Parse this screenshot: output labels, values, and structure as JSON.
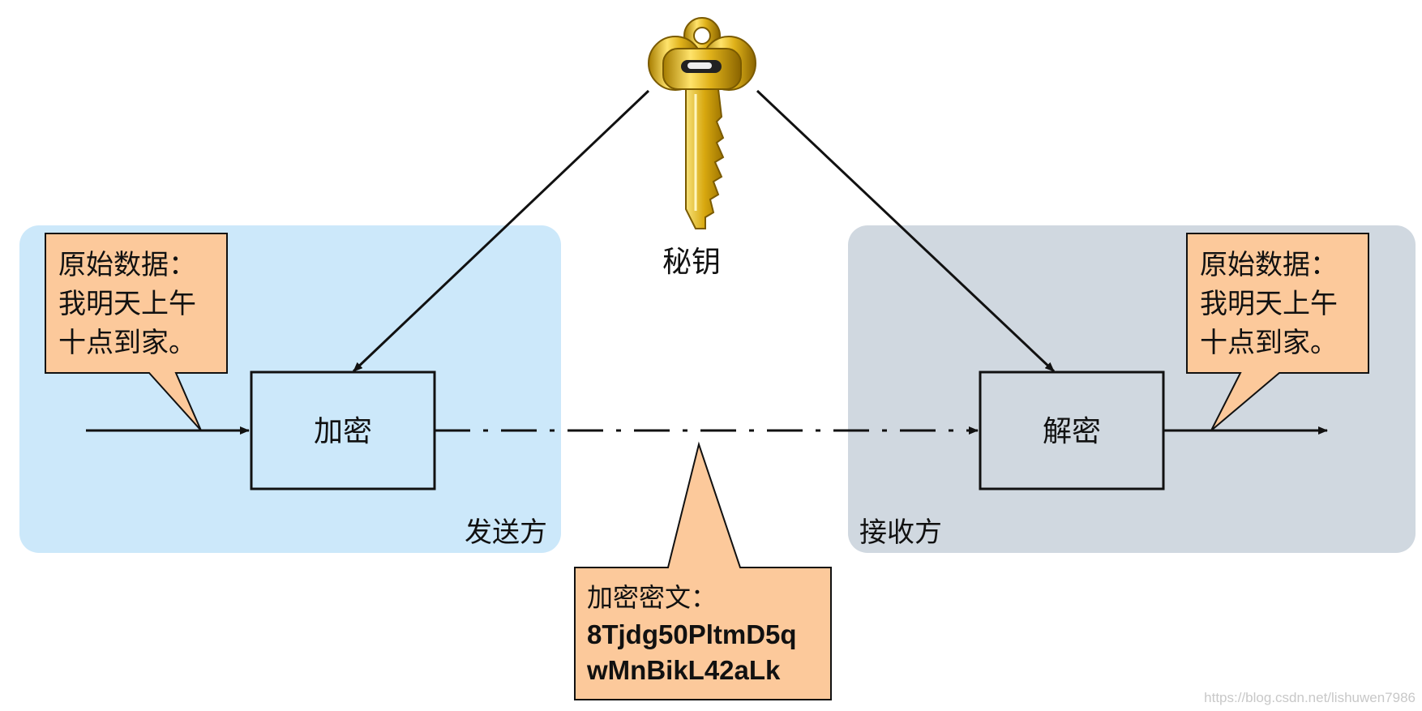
{
  "key_label": "秘钥",
  "sender": {
    "zone_label": "发送方",
    "process_label": "加密"
  },
  "receiver": {
    "zone_label": "接收方",
    "process_label": "解密"
  },
  "plaintext_callout": {
    "lines": [
      "原始数据：",
      "我明天上午",
      "十点到家。"
    ]
  },
  "ciphertext_callout": {
    "title": "加密密文：",
    "lines": [
      "8Tjdg50PltmD5q",
      "wMnBikL42aLk"
    ]
  },
  "watermark": "https://blog.csdn.net/lishuwen7986",
  "colors": {
    "sender_zone": "#cce8fa",
    "receiver_zone": "#d0d8e0",
    "callout_fill": "#fcc99b",
    "stroke": "#111111",
    "key_gold": "#e0b21a"
  }
}
